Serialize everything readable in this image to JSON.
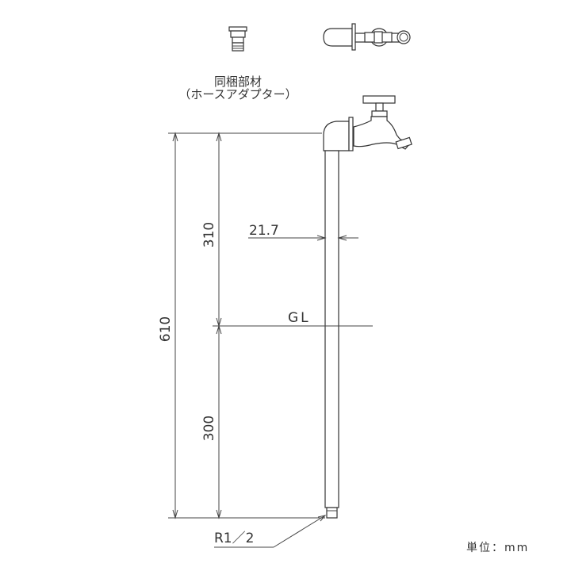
{
  "accessory": {
    "title": "同梱部材",
    "subtitle": "（ホースアダプター）"
  },
  "dimensions": {
    "total_height": "610",
    "above_ground": "310",
    "below_ground": "300",
    "pipe_diameter": "21.7",
    "ground_level": "GL",
    "thread": "R1／2"
  },
  "unit_label": "単位：mm"
}
